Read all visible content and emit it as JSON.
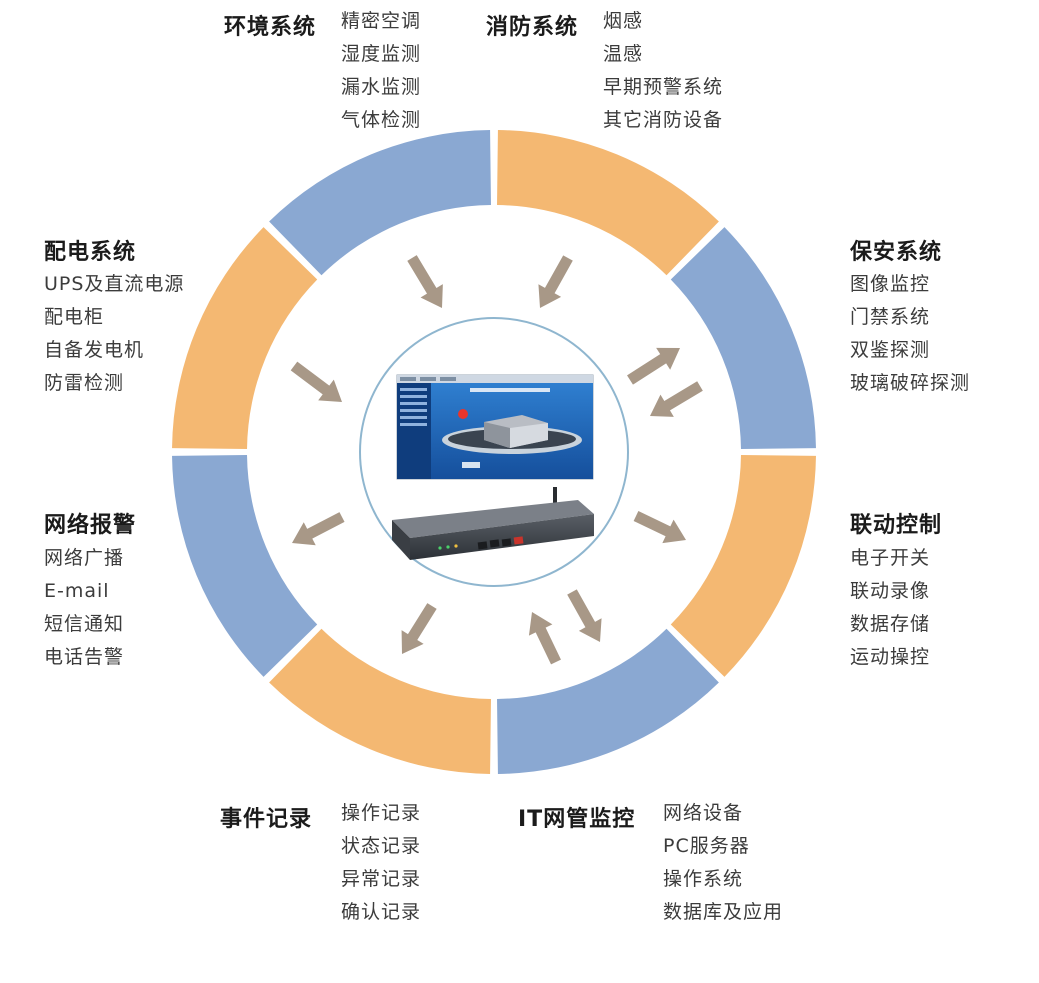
{
  "colors": {
    "orange": "#f4b872",
    "blue": "#8aa8d2",
    "arrow": "#a89887",
    "inner_ring": "#8fb6cf",
    "title": "#1b1b1b",
    "item": "#3c3c3c"
  },
  "groups": [
    {
      "id": "environment",
      "title": "环境系统",
      "items": [
        "精密空调",
        "湿度监测",
        "漏水监测",
        "气体检测"
      ]
    },
    {
      "id": "fire",
      "title": "消防系统",
      "items": [
        "烟感",
        "温感",
        "早期预警系统",
        "其它消防设备"
      ]
    },
    {
      "id": "power",
      "title": "配电系统",
      "items": [
        "UPS及直流电源",
        "配电柜",
        "自备发电机",
        "防雷检测"
      ]
    },
    {
      "id": "security",
      "title": "保安系统",
      "items": [
        "图像监控",
        "门禁系统",
        "双鉴探测",
        "玻璃破碎探测"
      ]
    },
    {
      "id": "network-alarm",
      "title": "网络报警",
      "items": [
        "网络广播",
        "E-mail",
        "短信通知",
        "电话告警"
      ]
    },
    {
      "id": "linkage",
      "title": "联动控制",
      "items": [
        "电子开关",
        "联动录像",
        "数据存储",
        "运动操控"
      ]
    },
    {
      "id": "event-log",
      "title": "事件记录",
      "items": [
        "操作记录",
        "状态记录",
        "异常记录",
        "确认记录"
      ]
    },
    {
      "id": "it-network",
      "title": "IT网管监控",
      "items": [
        "网络设备",
        "PC服务器",
        "操作系统",
        "数据库及应用"
      ]
    }
  ]
}
